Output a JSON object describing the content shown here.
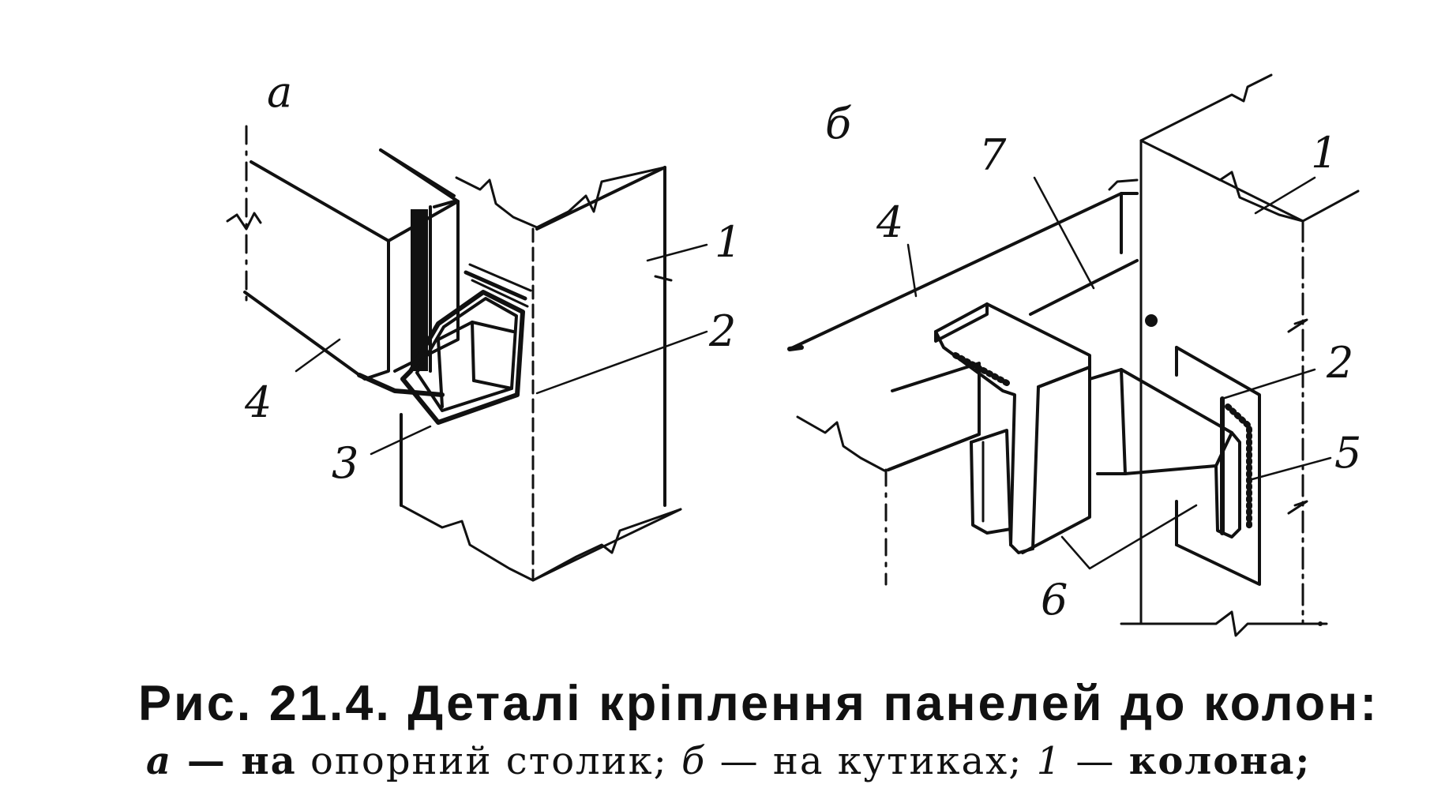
{
  "figure": {
    "part_a_letter": "а",
    "part_b_letter": "б",
    "part_a_labels": {
      "l1": "1",
      "l2": "2",
      "l3": "3",
      "l4": "4"
    },
    "part_b_labels": {
      "l1": "1",
      "l2": "2",
      "l4": "4",
      "l5": "5",
      "l6": "6",
      "l7": "7"
    }
  },
  "caption": {
    "title": "Рис. 21.4. Деталі кріплення панелей до колон:",
    "line2": {
      "a_letter": "а",
      "dash1": " — ",
      "a_text": "на",
      "a_rest": " опорний столик; ",
      "b_letter": "б",
      "b_text": " — на кутиках; ",
      "n1": "1",
      "dash2": " — ",
      "n1_text": "колона;"
    }
  }
}
